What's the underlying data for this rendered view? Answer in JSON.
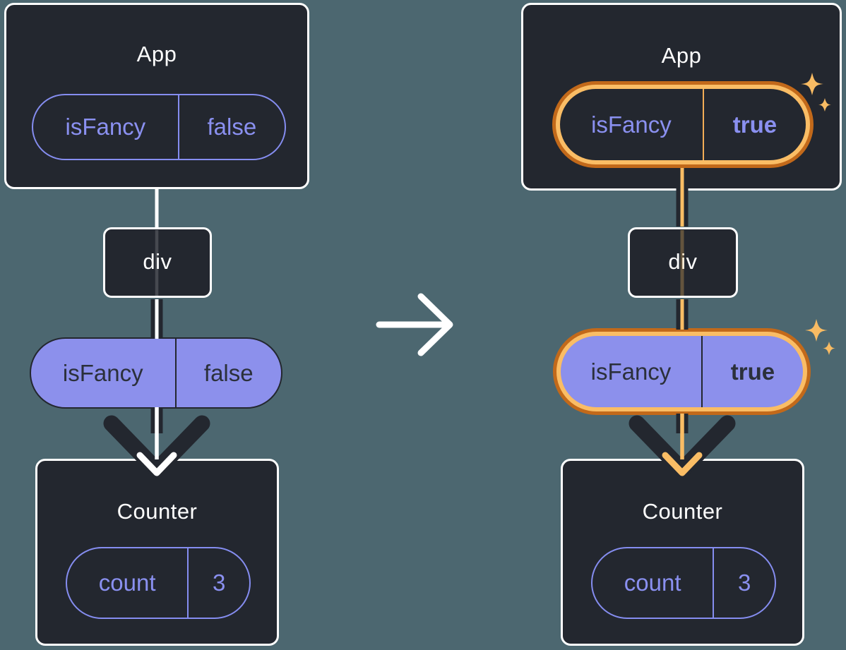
{
  "diagram": {
    "description": "React state flows down: before and after isFancy toggles",
    "before": {
      "app": {
        "title": "App",
        "state_key": "isFancy",
        "state_value": "false"
      },
      "div_node": {
        "label": "div"
      },
      "prop_pill": {
        "key": "isFancy",
        "value": "false"
      },
      "counter": {
        "title": "Counter",
        "state_key": "count",
        "state_value": "3"
      }
    },
    "after": {
      "app": {
        "title": "App",
        "state_key": "isFancy",
        "state_value": "true"
      },
      "div_node": {
        "label": "div"
      },
      "prop_pill": {
        "key": "isFancy",
        "value": "true"
      },
      "counter": {
        "title": "Counter",
        "state_key": "count",
        "state_value": "3"
      }
    },
    "icons": {
      "transition": "right-arrow",
      "highlight": "sparkles"
    },
    "colors": {
      "background": "#4c6770",
      "card_fill": "#23272f",
      "card_border": "#ffffff",
      "purple_text": "#8a90f0",
      "purple_fill": "#8c90ec",
      "dark_text": "#2b303b",
      "flow_dark": "#23272f",
      "flow_white": "#ffffff",
      "highlight_light_orange": "#fabd65",
      "highlight_dark_orange": "#c2691a",
      "fancy_divider": "#f3ad56"
    }
  }
}
